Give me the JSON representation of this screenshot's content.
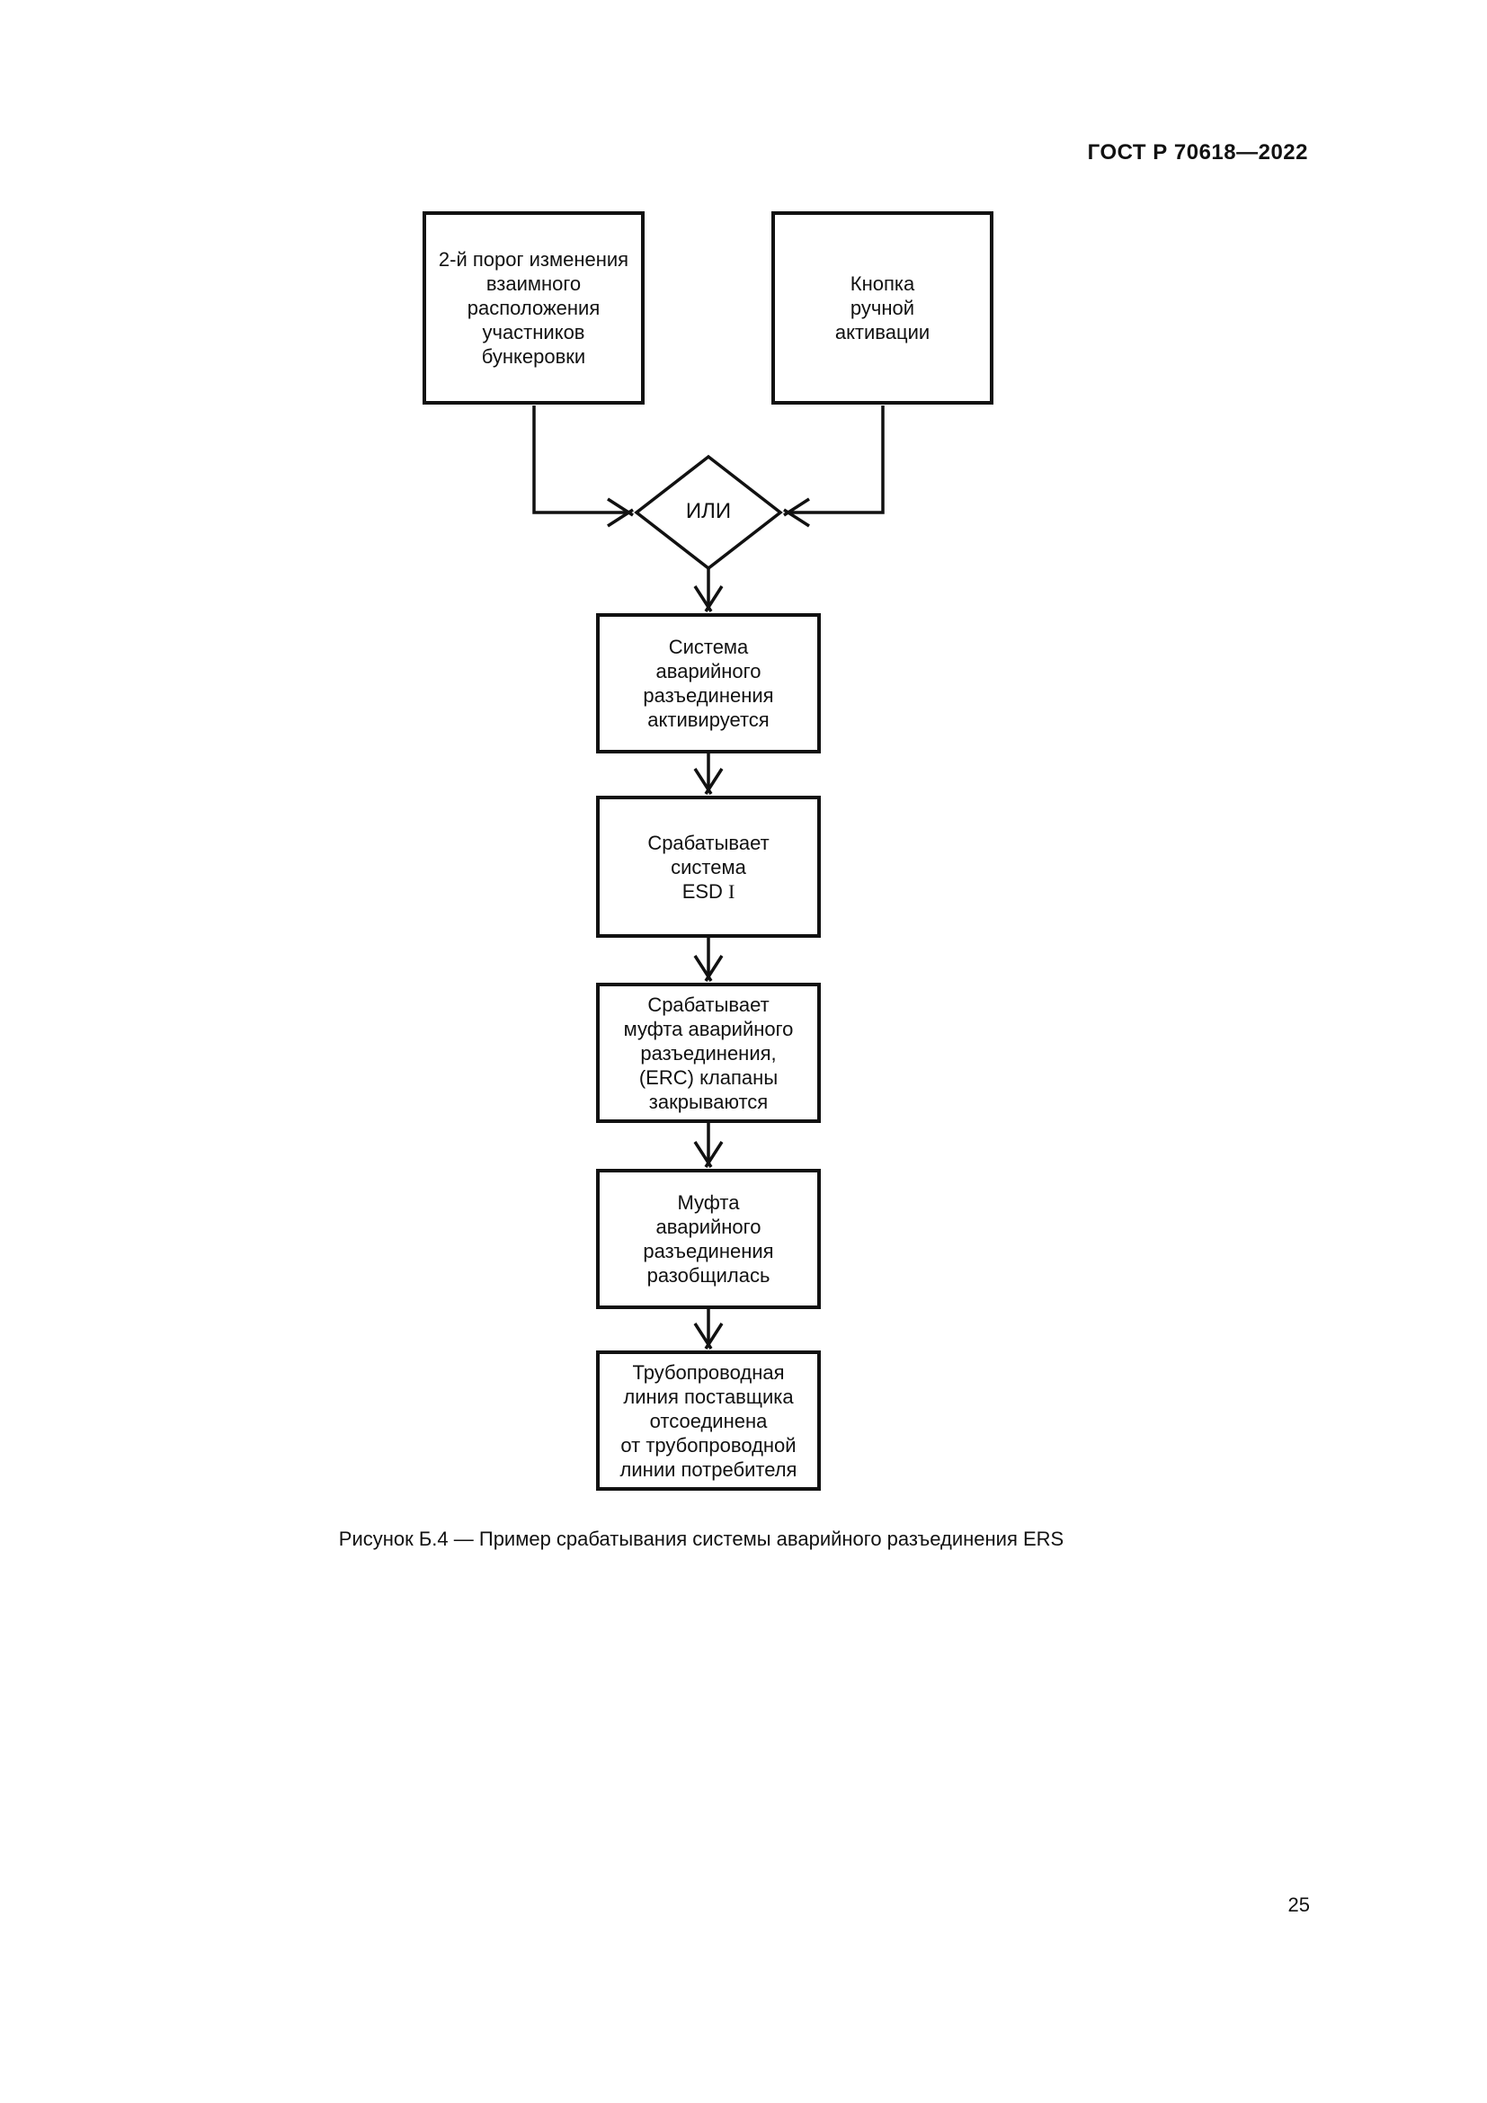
{
  "page": {
    "header": "ГОСТ Р 70618—2022",
    "page_number": "25",
    "figure_caption": "Рисунок Б.4 — Пример срабатывания системы аварийного разъединения ERS"
  },
  "flowchart": {
    "or_gate_label": "ИЛИ",
    "boxes": [
      {
        "text": "2-й порог изменения\nвзаимного\nрасположения\nучастников\nбункеровки"
      },
      {
        "text": "Кнопка\nручной\nактивации"
      },
      {
        "text": "Система\nаварийного\nразъединения\nактивируется"
      },
      {
        "line1": "Срабатывает",
        "line2": "система",
        "line3_text": "ESD",
        "line3_roman": "I"
      },
      {
        "text": "Срабатывает\nмуфта аварийного\nразъединения,\n(ERC) клапаны\nзакрываются"
      },
      {
        "text": "Муфта\nаварийного\nразъединения\nразобщилась"
      },
      {
        "text": "Трубопроводная\nлиния поставщика\nотсоединена\nот трубопроводной\nлинии потребителя"
      }
    ],
    "colors": {
      "ink": "#111111",
      "paper": "#ffffff"
    }
  }
}
